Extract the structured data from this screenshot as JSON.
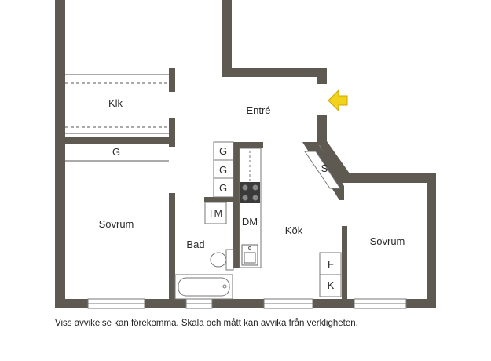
{
  "rooms": {
    "klk": "Klk",
    "entre": "Entré",
    "g_closet": "G",
    "sovrum_left": "Sovrum",
    "bad": "Bad",
    "kok": "Kök",
    "sovrum_right": "Sovrum"
  },
  "fixtures": {
    "g1": "G",
    "g2": "G",
    "g3": "G",
    "tm": "TM",
    "dm": "DM",
    "s": "S",
    "f": "F",
    "k": "K"
  },
  "entrance_icon": "arrow-left-icon",
  "colors": {
    "wall": "#5f5a51",
    "arrow": "#f2d21b"
  },
  "disclaimer": "Viss avvikelse kan förekomma. Skala och mått kan avvika från verkligheten."
}
